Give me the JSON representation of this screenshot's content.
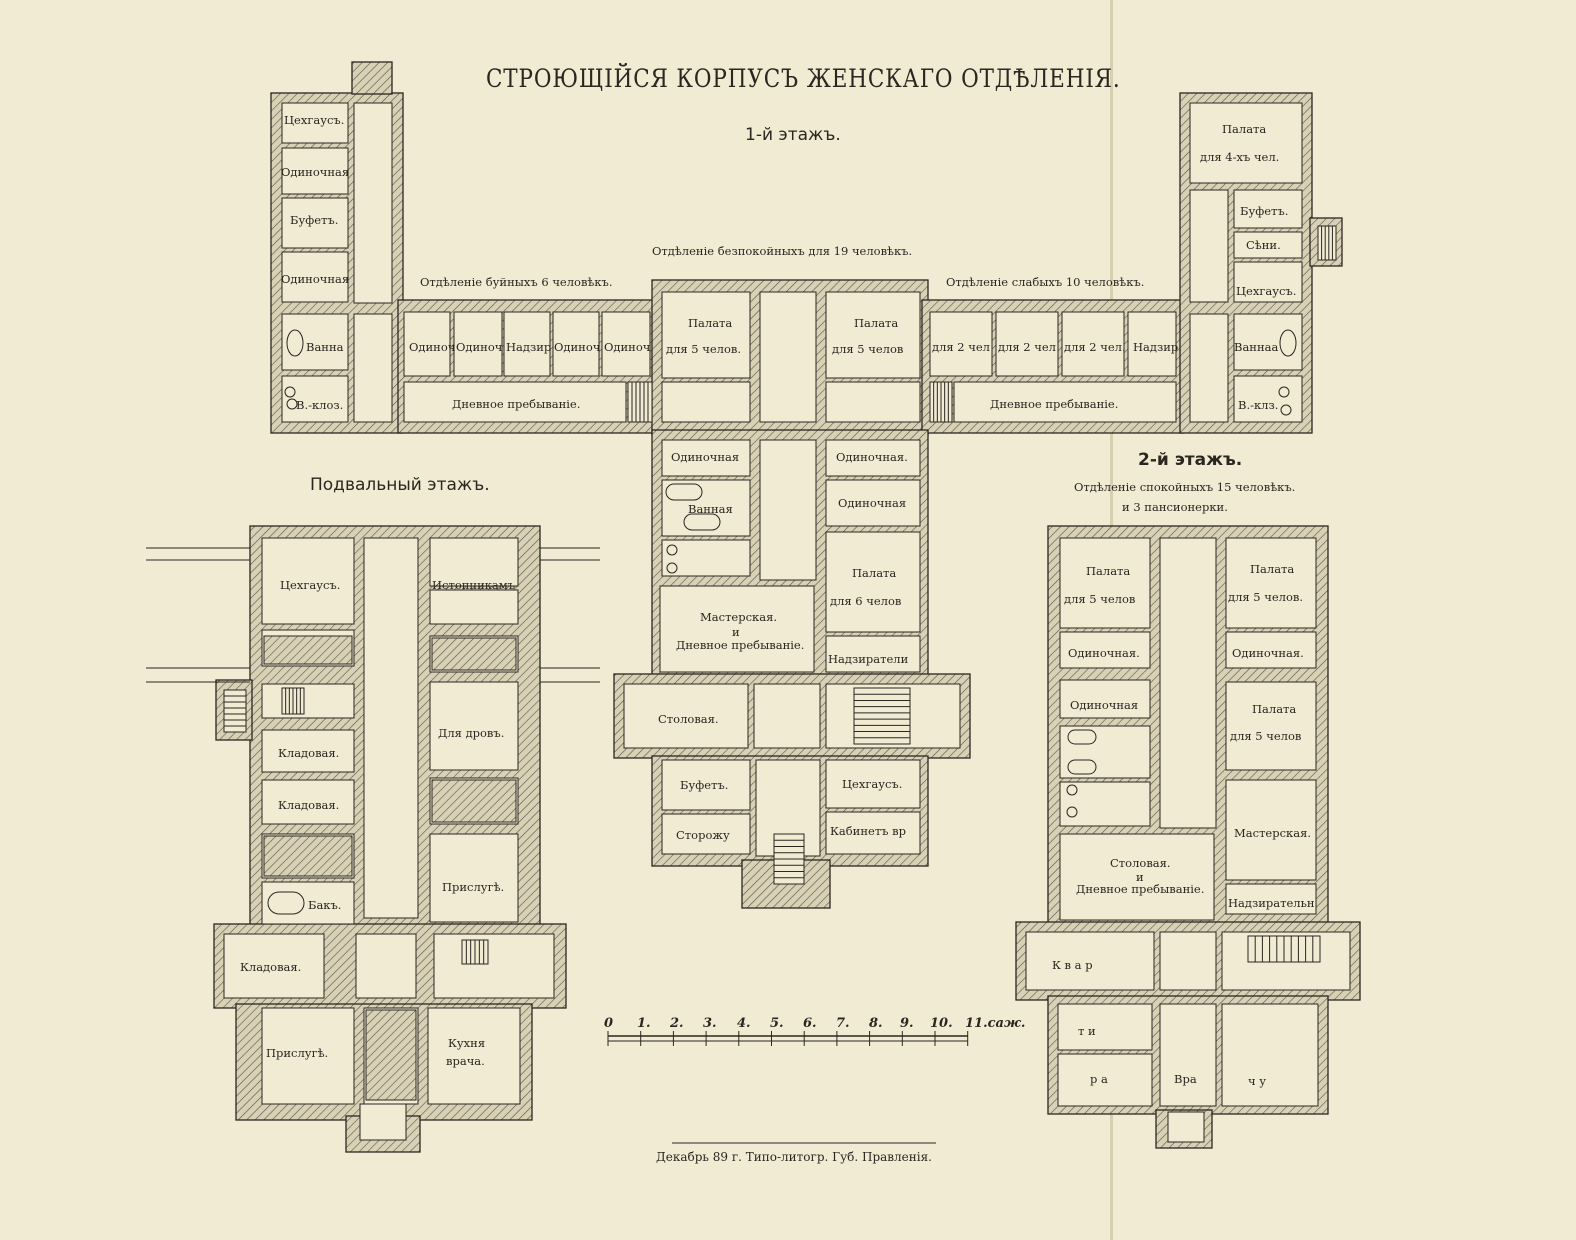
{
  "title": "СТРОЮЩІЙСЯ КОРПУСЪ ЖЕНСКАГО ОТДѢЛЕНІЯ.",
  "imprint": "Декабрь 89 г. Типо-литогр. Губ. Правленія.",
  "floors": {
    "first": {
      "label": "1-й этажъ.",
      "sections": {
        "restless": "Отдѣленіе безпокойныхъ для 19 человѣкъ.",
        "violent": "Отдѣленіе буйныхъ 6 человѣкъ.",
        "weak": "Отдѣленіе слабыхъ 10 человѣкъ."
      },
      "rooms": {
        "tseikhgauz_left": "Цехгаусъ.",
        "odinochnaya_1": "Одиночная",
        "bufet_left": "Буфетъ.",
        "odinochnaya_2": "Одиночная",
        "vanna_left": "Ванна",
        "kloz_left": "В.-клоз.",
        "odinoch_1": "Одиноч",
        "odinoch_2": "Одиноч",
        "nadzir_left": "Надзир",
        "odinoch_3": "Одиноч",
        "odinoch_4": "Одиноч",
        "dnevnoe_left": "Дневное пребываніе.",
        "palata5_left_1": "Палата",
        "palata5_left_2": "для 5 челов.",
        "palata5_right_1": "Палата",
        "palata5_right_2": "для 5 челов",
        "dlya2_1": "для 2 чел",
        "dlya2_2": "для 2 чел",
        "dlya2_3": "для 2 чел.",
        "nadzir_right": "Надзир.",
        "dnevnoe_right": "Дневное пребываніе.",
        "palata4_1": "Палата",
        "palata4_2": "для 4-хъ чел.",
        "bufet_right": "Буфетъ.",
        "seni": "Сѣни.",
        "tseikhgauz_right": "Цехгаусъ.",
        "vannaya_right": "Ваннаа",
        "kloz_right": "В.-клз.",
        "odinochnaya_c1": "Одиночная",
        "odinochnaya_c2": "Одиночная.",
        "odinochnaya_c3": "Одиночная",
        "vannaya_c": "Ванная",
        "palata6_1": "Палата",
        "palata6_2": "для 6 челов",
        "masterskaya_1": "Мастерская.",
        "masterskaya_2": "и",
        "masterskaya_3": "Дневное пребываніе.",
        "nadziratelnitsy": "Надзиратели",
        "stolovaya": "Столовая.",
        "bufet_c": "Буфетъ.",
        "tseikhgauz_c": "Цехгаусъ.",
        "storozhu": "Сторожу",
        "kabinet": "Кабинетъ вр"
      }
    },
    "basement": {
      "label": "Подвальный этажъ.",
      "rooms": {
        "tseikhgauz": "Цехгаусъ.",
        "istopnikam": "Истопникамъ",
        "dlya_drov": "Для дровъ.",
        "kladovaya_1": "Кладовая.",
        "kladovaya_2": "Кладовая.",
        "prisluge_1": "Прислугѣ.",
        "bak": "Бакъ.",
        "kladovaya_3": "Кладовая.",
        "prisluge_2": "Прислугѣ.",
        "kukhnya_1": "Кухня",
        "kukhnya_2": "врача."
      }
    },
    "second": {
      "label": "2-й этажъ.",
      "section_1": "Отдѣленіе спокойныхъ 15 человѣкъ.",
      "section_2": "и 3 пансионерки.",
      "rooms": {
        "palata5_l_1": "Палата",
        "palata5_l_2": "для 5 челов",
        "palata5_r_1": "Палата",
        "palata5_r_2": "для 5 челов.",
        "odinochnaya_l": "Одиночная.",
        "odinochnaya_r": "Одиночная.",
        "odinochnaya_l2": "Одиночная",
        "palata5_r2_1": "Палата",
        "palata5_r2_2": "для 5 челов",
        "masterskaya": "Мастерская.",
        "stolovaya_1": "Столовая.",
        "stolovaya_2": "и",
        "stolovaya_3": "Дневное пребываніе.",
        "nadziratelnitsy": "Надзирательн",
        "kv_1": "К в а р",
        "kv_2": "т и",
        "kv_3": "р а",
        "kv_4": "Вра",
        "kv_5": "ч у"
      }
    }
  },
  "scale": {
    "ticks": [
      "0",
      "1.",
      "2.",
      "3.",
      "4.",
      "5.",
      "6.",
      "7.",
      "8.",
      "9.",
      "10.",
      "11.саж."
    ]
  },
  "colors": {
    "paper": "#f1ebd3",
    "ink": "#2a2620",
    "wall": "#cfc7ab"
  }
}
